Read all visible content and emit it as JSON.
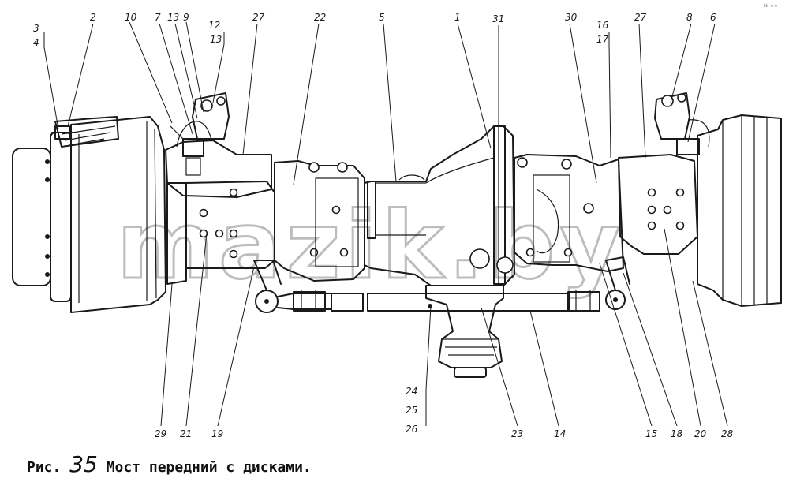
{
  "caption": {
    "prefix": "Рис.",
    "number": "35",
    "title": "Мост передний с дисками."
  },
  "watermark": "mazik.by",
  "corner_mark": "№ ∞∞",
  "callouts_top": [
    "3",
    "4",
    "2",
    "10",
    "7",
    "13",
    "9",
    "12",
    "13",
    "27",
    "22",
    "5",
    "1",
    "31",
    "30",
    "16",
    "17",
    "27",
    "8",
    "6"
  ],
  "callouts_bottom": [
    "29",
    "21",
    "19",
    "24",
    "25",
    "26",
    "23",
    "14",
    "15",
    "18",
    "20",
    "28"
  ]
}
